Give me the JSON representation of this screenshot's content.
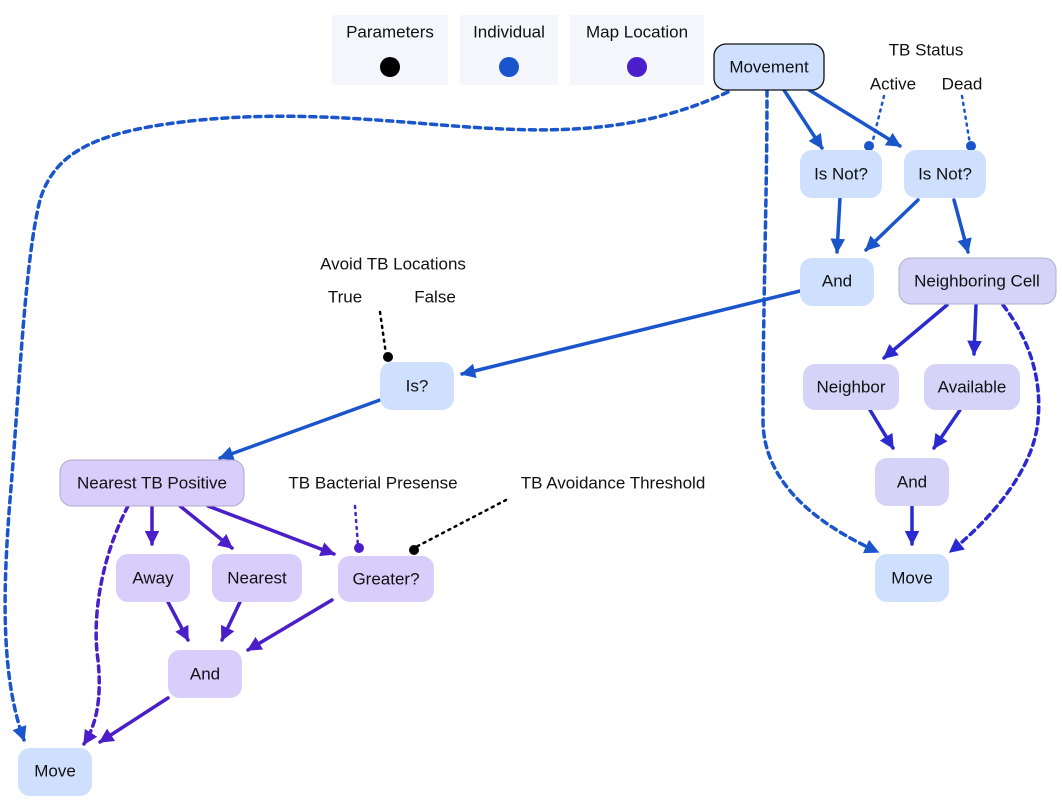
{
  "colors": {
    "individual": "#1a55cc",
    "map_location": "#4a1ec8",
    "parameter": "#000000",
    "node_blue_fill": "#cfe0ff",
    "node_purple_fill": "#d8cdfb",
    "node_blue_fill_alt": "#cdd8ff",
    "legend_bg": "#f4f6fb"
  },
  "legend": {
    "parameters": "Parameters",
    "individual": "Individual",
    "map_location": "Map Location"
  },
  "parameters": {
    "tb_status": {
      "title": "TB Status",
      "active": "Active",
      "dead": "Dead"
    },
    "avoid_tb_locations": {
      "title": "Avoid TB Locations",
      "true": "True",
      "false": "False"
    },
    "tb_bacterial_presense": "TB Bacterial Presense",
    "tb_avoidance_threshold": "TB Avoidance Threshold"
  },
  "nodes": {
    "movement": "Movement",
    "is_not_1": "Is Not?",
    "is_not_2": "Is Not?",
    "and_top": "And",
    "neighboring_cell": "Neighboring Cell",
    "neighbor": "Neighbor",
    "available": "Available",
    "and_right": "And",
    "move_right": "Move",
    "is": "Is?",
    "nearest_tb_positive": "Nearest TB Positive",
    "away": "Away",
    "nearest": "Nearest",
    "greater": "Greater?",
    "and_left": "And",
    "move_left": "Move"
  }
}
